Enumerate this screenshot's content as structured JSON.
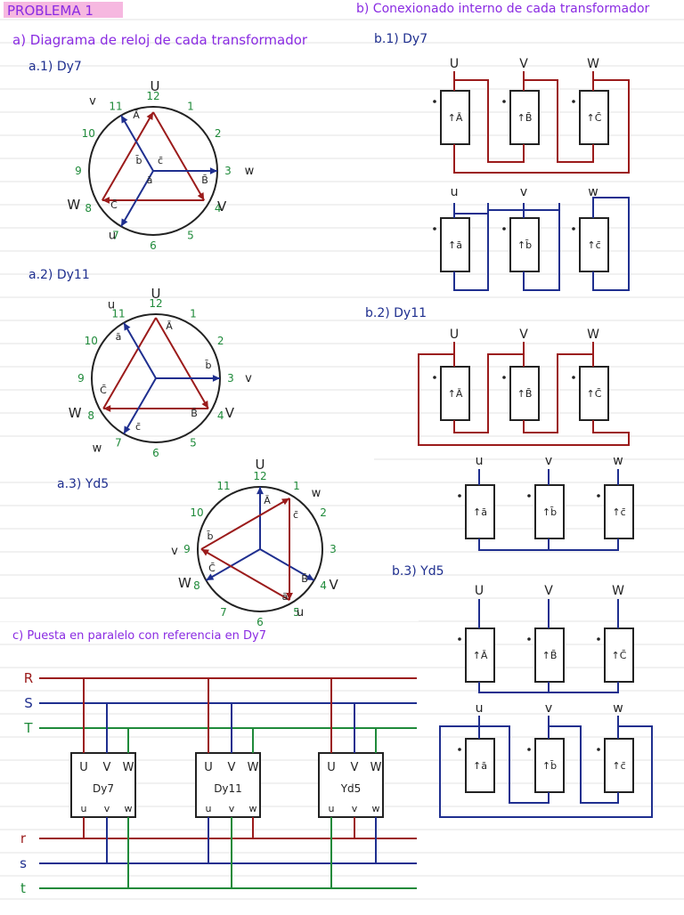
{
  "title": "PROBLEMA 1",
  "section_a": {
    "title": "a) Diagrama de reloj de cada transformador",
    "diagrams": [
      {
        "label": "a.1) Dy7",
        "hours": [
          "12",
          "1",
          "2",
          "3",
          "4",
          "5",
          "6",
          "7",
          "8",
          "9",
          "10",
          "11"
        ],
        "terminals": {
          "U": "U",
          "V": "V",
          "W": "W",
          "u": "u",
          "v": "v",
          "w": "w"
        },
        "vectors": {
          "A": "Ā",
          "B": "B̄",
          "C": "C̄",
          "a": "ā",
          "b": "b̄",
          "c": "c̄"
        }
      },
      {
        "label": "a.2) Dy11",
        "hours": [
          "12",
          "1",
          "2",
          "3",
          "4",
          "5",
          "6",
          "7",
          "8",
          "9",
          "10",
          "11"
        ],
        "terminals": {
          "U": "U",
          "V": "V",
          "W": "W",
          "u": "u",
          "v": "v",
          "w": "w"
        },
        "vectors": {
          "A": "Ā",
          "B": "B̄",
          "C": "C̄",
          "a": "ā",
          "b": "b̄",
          "c": "c̄"
        }
      },
      {
        "label": "a.3) Yd5",
        "hours": [
          "12",
          "1",
          "2",
          "3",
          "4",
          "5",
          "6",
          "7",
          "8",
          "9",
          "10",
          "11"
        ],
        "terminals": {
          "U": "U",
          "V": "V",
          "W": "W",
          "u": "u",
          "v": "v",
          "w": "w"
        },
        "vectors": {
          "A": "Ā",
          "B": "B̄",
          "C": "C̄",
          "a": "ā",
          "b": "b̄",
          "c": "c̄"
        }
      }
    ]
  },
  "section_b": {
    "title": "b) Conexionado interno de cada transformador",
    "items": [
      {
        "label": "b.1) Dy7",
        "hv": [
          "U",
          "V",
          "W"
        ],
        "lv": [
          "u",
          "v",
          "w"
        ],
        "hv_coils": [
          "↑Ā",
          "↑B̄",
          "↑C̄"
        ],
        "lv_coils": [
          "↑ā",
          "↑b̄",
          "↑c̄"
        ]
      },
      {
        "label": "b.2) Dy11",
        "hv": [
          "U",
          "V",
          "W"
        ],
        "lv": [
          "u",
          "v",
          "w"
        ],
        "hv_coils": [
          "↑Ā",
          "↑B̄",
          "↑C̄"
        ],
        "lv_coils": [
          "↑ā",
          "↑b̄",
          "↑c̄"
        ]
      },
      {
        "label": "b.3) Yd5",
        "hv": [
          "U",
          "V",
          "W"
        ],
        "lv": [
          "u",
          "v",
          "w"
        ],
        "hv_coils": [
          "↑Ā",
          "↑B̄",
          "↑C̄"
        ],
        "lv_coils": [
          "↑ā",
          "↑b̄",
          "↑c̄"
        ]
      }
    ]
  },
  "section_c": {
    "title": "c) Puesta en paralelo con referencia en Dy7",
    "hv_buses": [
      "R",
      "S",
      "T"
    ],
    "lv_buses": [
      "r",
      "s",
      "t"
    ],
    "transformers": [
      {
        "name": "Dy7",
        "hv": [
          "U",
          "V",
          "W"
        ],
        "lv": [
          "u",
          "v",
          "w"
        ]
      },
      {
        "name": "Dy11",
        "hv": [
          "U",
          "V",
          "W"
        ],
        "lv": [
          "u",
          "v",
          "w"
        ]
      },
      {
        "name": "Yd5",
        "hv": [
          "U",
          "V",
          "W"
        ],
        "lv": [
          "u",
          "v",
          "w"
        ]
      }
    ]
  },
  "colors": {
    "red": "#9b1b1b",
    "blue": "#1f2f8f",
    "green": "#1f8a3a",
    "purple": "#8a2be2",
    "title_bg": "#f6b8e0"
  }
}
